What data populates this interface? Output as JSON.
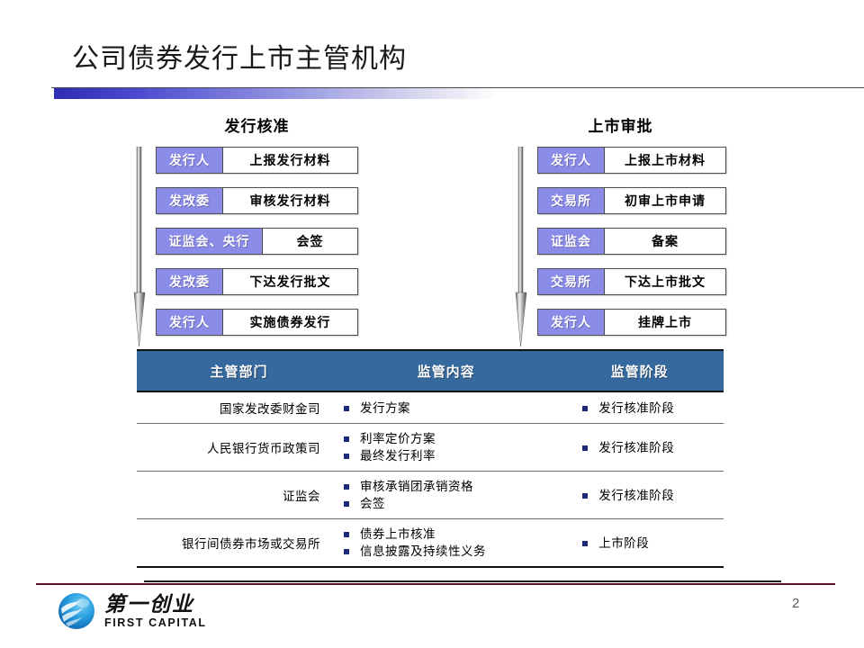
{
  "slide": {
    "title": "公司债券发行上市主管机构",
    "page_number": "2",
    "accent_blue": "#2d2db5",
    "actor_fill": "#8b8be8",
    "table_header_fill": "#36699e",
    "bullet_color": "#1d2a7a",
    "footer_rule_color": "#5c1030"
  },
  "flows": [
    {
      "heading": "发行核准",
      "arrow_icon": "down-arrow-icon",
      "steps": [
        {
          "actor": "发行人",
          "action": "上报发行材料",
          "wide": false
        },
        {
          "actor": "发改委",
          "action": "审核发行材料",
          "wide": false
        },
        {
          "actor": "证监会、央行",
          "action": "会签",
          "wide": true
        },
        {
          "actor": "发改委",
          "action": "下达发行批文",
          "wide": false
        },
        {
          "actor": "发行人",
          "action": "实施债券发行",
          "wide": false
        }
      ]
    },
    {
      "heading": "上市审批",
      "arrow_icon": "down-arrow-icon",
      "steps": [
        {
          "actor": "发行人",
          "action": "上报上市材料",
          "wide": false
        },
        {
          "actor": "交易所",
          "action": "初审上市申请",
          "wide": false
        },
        {
          "actor": "证监会",
          "action": "备案",
          "wide": false
        },
        {
          "actor": "交易所",
          "action": "下达上市批文",
          "wide": false
        },
        {
          "actor": "发行人",
          "action": "挂牌上市",
          "wide": false
        }
      ]
    }
  ],
  "table": {
    "columns": [
      "主管部门",
      "监管内容",
      "监管阶段"
    ],
    "rows": [
      {
        "dept": "国家发改委财金司",
        "scope": [
          "发行方案"
        ],
        "stage": [
          "发行核准阶段"
        ]
      },
      {
        "dept": "人民银行货币政策司",
        "scope": [
          "利率定价方案",
          "最终发行利率"
        ],
        "stage": [
          "发行核准阶段"
        ]
      },
      {
        "dept": "证监会",
        "scope": [
          "审核承销团承销资格",
          "会签"
        ],
        "stage": [
          "发行核准阶段"
        ]
      },
      {
        "dept": "银行间债券市场或交易所",
        "scope": [
          "债券上市核准",
          "信息披露及持续性义务"
        ],
        "stage": [
          "上市阶段"
        ]
      }
    ]
  },
  "footer": {
    "logo_icon": "globe-logo-icon",
    "logo_cn": "第一创业",
    "logo_en": "FIRST CAPITAL"
  }
}
